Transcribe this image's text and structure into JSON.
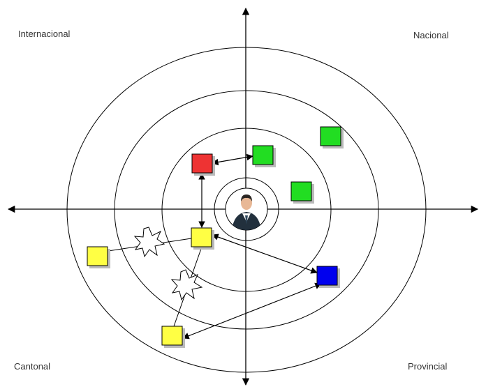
{
  "quadrants": {
    "top_left": "Internacional",
    "top_right": "Nacional",
    "bottom_left": "Cantonal",
    "bottom_right": "Provincial"
  },
  "colors": {
    "line": "#000000",
    "green": "#22dd22",
    "red": "#ee3333",
    "yellow": "#ffff44",
    "blue": "#0000ee",
    "shadow": "#bbbbbb"
  },
  "icons": {
    "center": "person-avatar-icon",
    "conflict": "explosion-icon"
  }
}
